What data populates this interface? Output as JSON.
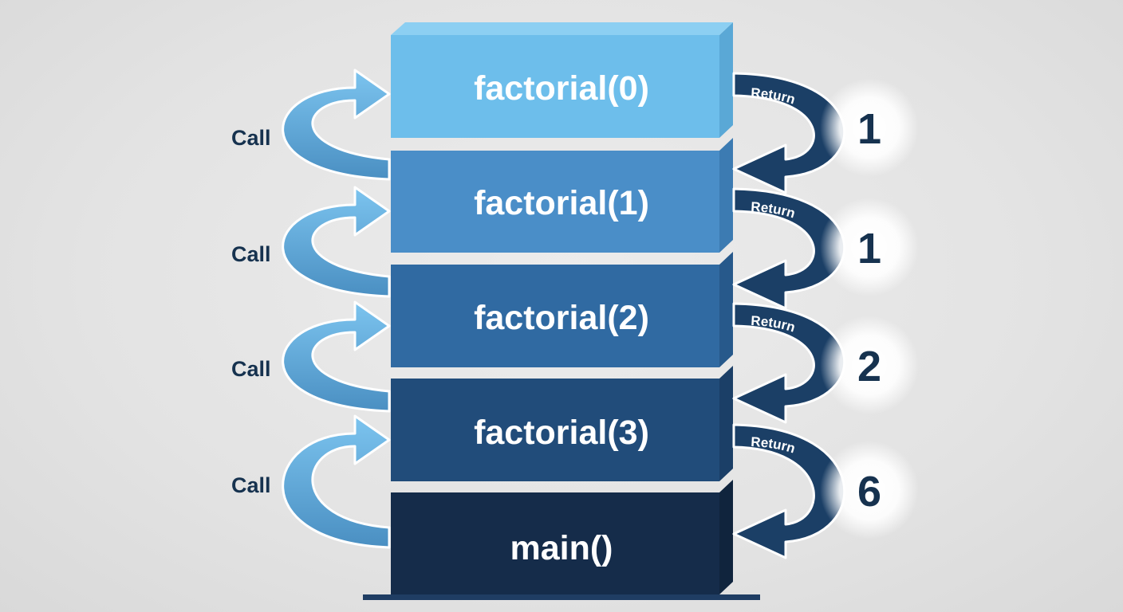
{
  "stack_frames": [
    {
      "label": "factorial(0)",
      "fill": "#6dbeeb",
      "side": "#5aa8d6",
      "text": "#ffffff"
    },
    {
      "label": "factorial(1)",
      "fill": "#4a8ec8",
      "side": "#3c7bb2",
      "text": "#ffffff"
    },
    {
      "label": "factorial(2)",
      "fill": "#306aa2",
      "side": "#27598b",
      "text": "#ffffff"
    },
    {
      "label": "factorial(3)",
      "fill": "#214c7a",
      "side": "#1b3f67",
      "text": "#ffffff"
    },
    {
      "label": "main()",
      "fill": "#152c4a",
      "side": "#10243d",
      "text": "#ffffff"
    }
  ],
  "calls": [
    {
      "label": "Call"
    },
    {
      "label": "Call"
    },
    {
      "label": "Call"
    },
    {
      "label": "Call"
    }
  ],
  "returns": [
    {
      "label": "Return",
      "value": "1"
    },
    {
      "label": "Return",
      "value": "1"
    },
    {
      "label": "Return",
      "value": "2"
    },
    {
      "label": "Return",
      "value": "6"
    }
  ],
  "colors": {
    "call_arrow": "#6ab6e6",
    "call_arrow_dark": "#4a8fc2",
    "return_arrow": "#1b3f66",
    "label_text": "#16324f",
    "floor_line": "#1f3d63"
  }
}
